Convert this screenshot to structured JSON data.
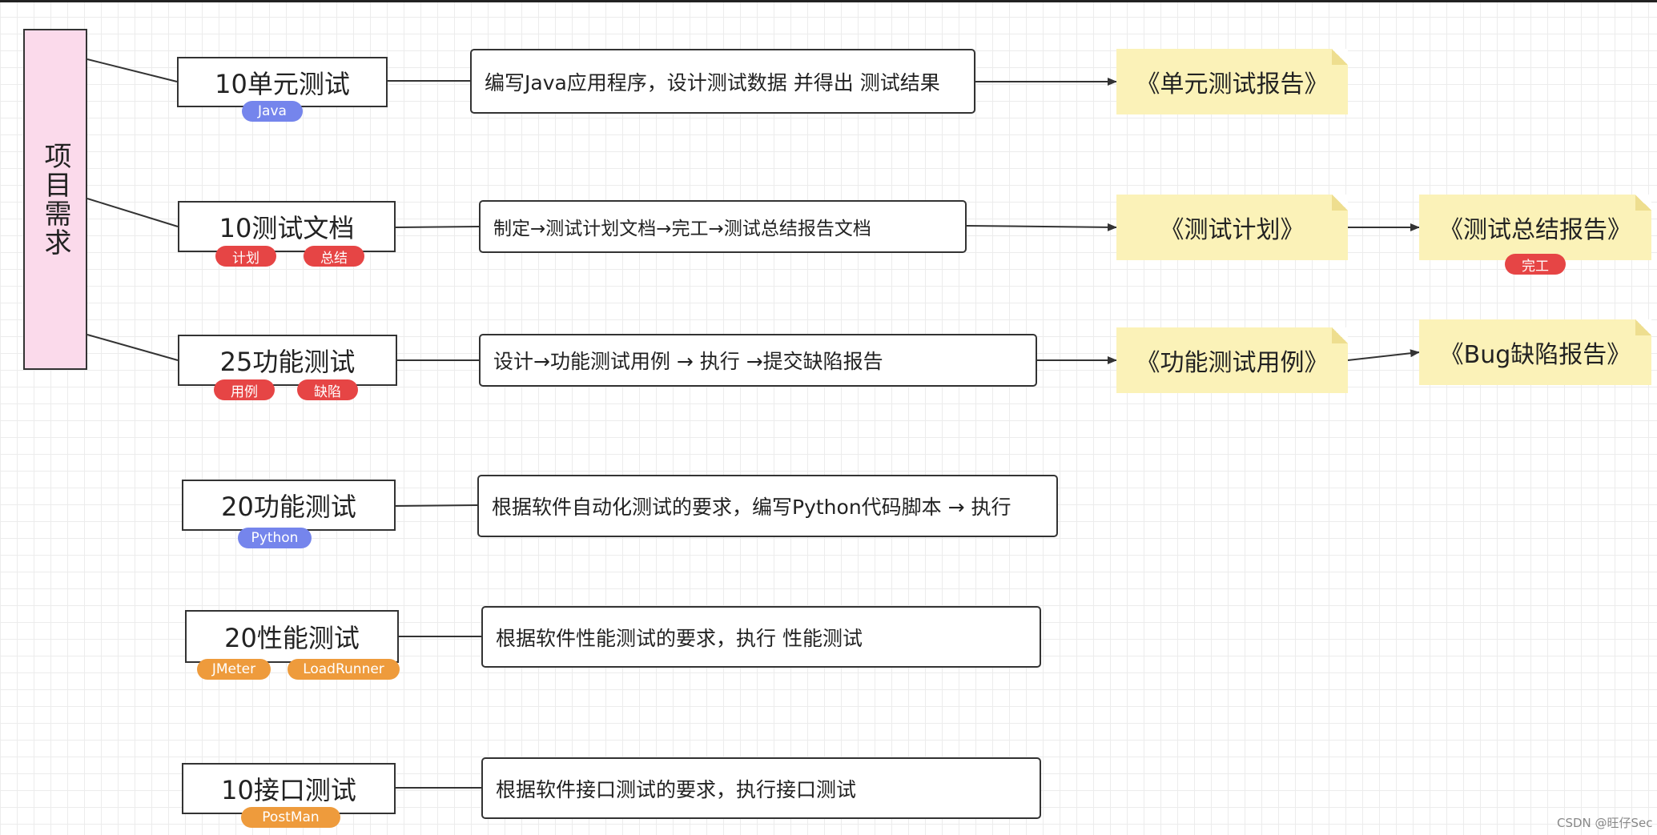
{
  "root": {
    "label": "项目需求"
  },
  "rows": {
    "unit": {
      "topic": "10单元测试",
      "tags": [
        "Java"
      ],
      "desc": "编写Java应用程序，设计测试数据 并得出 测试结果",
      "output": "《单元测试报告》"
    },
    "doc": {
      "topic": "10测试文档",
      "tags": [
        "计划",
        "总结"
      ],
      "desc": "制定→测试计划文档→完工→测试总结报告文档",
      "output": "《测试计划》",
      "output2": "《测试总结报告》",
      "output2_tag": "完工"
    },
    "func25": {
      "topic": "25功能测试",
      "tags": [
        "用例",
        "缺陷"
      ],
      "desc": "设计→功能测试用例 → 执行 →提交缺陷报告",
      "output": "《功能测试用例》",
      "output2": "《Bug缺陷报告》"
    },
    "func20": {
      "topic": "20功能测试",
      "tags": [
        "Python"
      ],
      "desc": "根据软件自动化测试的要求，编写Python代码脚本 → 执行"
    },
    "perf": {
      "topic": "20性能测试",
      "tags": [
        "JMeter",
        "LoadRunner"
      ],
      "desc": "根据软件性能测试的要求，执行 性能测试"
    },
    "api": {
      "topic": "10接口测试",
      "tags": [
        "PostMan"
      ],
      "desc": "根据软件接口测试的要求，执行接口测试"
    }
  },
  "watermark": "CSDN @旺仔Sec",
  "colors": {
    "root_fill": "#fbdaeb",
    "note_fill": "#fbf2b8",
    "tag_red": "#e64545",
    "tag_blue": "#7585ec",
    "tag_orange": "#ee9b3c"
  }
}
